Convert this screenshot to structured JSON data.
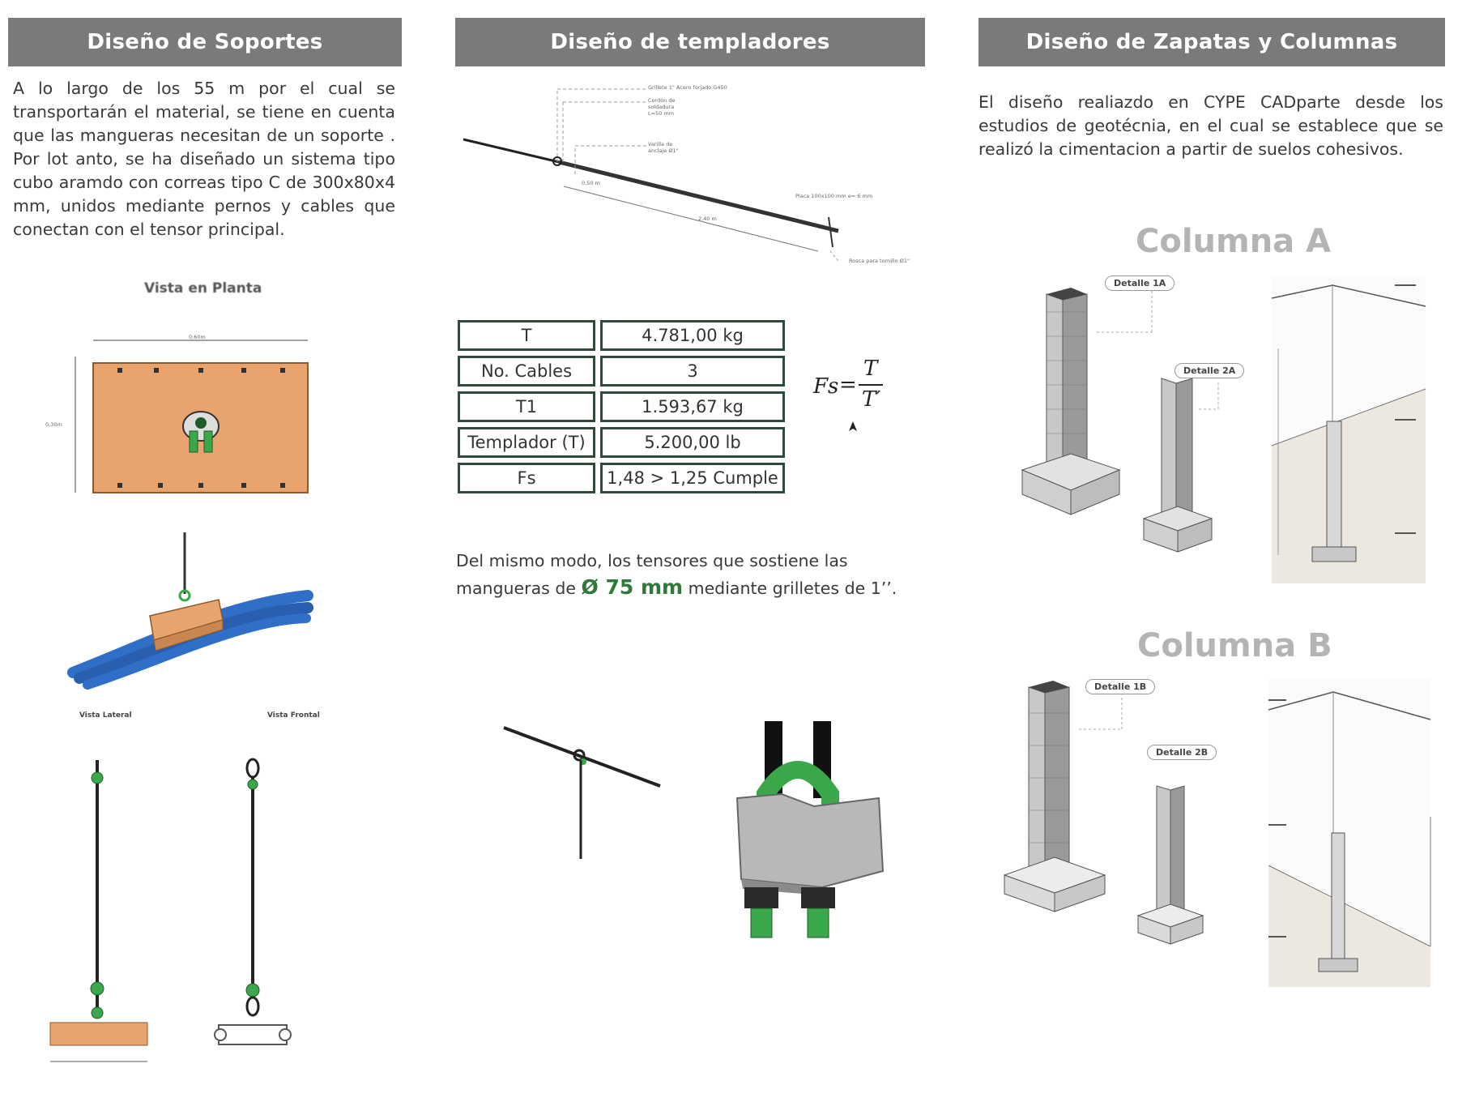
{
  "sections": {
    "soportes": {
      "title": "Diseño de Soportes",
      "paragraph": "A lo largo de los 55 m por el cual se transportarán el material, se tiene en cuenta que las mangueras necesitan de un soporte . Por lot anto, se ha diseñado un sistema tipo cubo aramdo con correas tipo C de 300x80x4 mm, unidos mediante pernos y cables que conectan con el tensor principal.",
      "plan_view_label": "Vista en Planta",
      "plan_dim_top": "0,60m",
      "plan_dim_left": "0,30m",
      "side_view_label": "Vista Lateral",
      "front_view_label": "Vista Frontal"
    },
    "templadores": {
      "title": "Diseño de templadores",
      "note_1": "Grillete 1\" Acero forjado G450",
      "note_2": "Cordón de soldadura L=50 mm",
      "note_3": "Varilla de anclaje Ø1\"",
      "note_4": "Placa 100x100 mm e= 6 mm",
      "note_5": "Rosca para tornillo Ø1\"",
      "dim_1": "0,50 m",
      "dim_2": "2,40 m",
      "table": [
        {
          "label": "T",
          "value": "4.781,00 kg"
        },
        {
          "label": "No. Cables",
          "value": "3"
        },
        {
          "label": "T1",
          "value": "1.593,67 kg"
        },
        {
          "label": "Templador (T)",
          "value": "5.200,00 lb"
        },
        {
          "label": "Fs",
          "value": "1,48 > 1,25 Cumple"
        }
      ],
      "formula_lhs": "Fs",
      "formula_eq": "=",
      "formula_num": "T",
      "formula_den": "T′",
      "bottom_text_1": "Del mismo modo, los tensores que sostiene las",
      "bottom_text_2a": "mangueras de",
      "bottom_text_bold": "Ø 75 mm",
      "bottom_text_2b": "mediante grilletes de 1’’."
    },
    "zapatas": {
      "title": "Diseño de Zapatas y Columnas",
      "paragraph": "El diseño realiazdo en CYPE CADparte desde los estudios de geotécnia, en el cual se establece que se realizó la cimentacion a partir de suelos cohesivos.",
      "col_a": "Columna A",
      "col_b": "Columna B",
      "tag_1a": "Detalle 1A",
      "tag_2a": "Detalle 2A",
      "tag_1b": "Detalle 1B",
      "tag_2b": "Detalle 2B"
    }
  },
  "colors": {
    "header_bg": "#7a7a78",
    "orange": "#e8a46c",
    "green": "#3aa84a",
    "blue": "#2f6fc7",
    "table_border": "#2f4a3a"
  }
}
